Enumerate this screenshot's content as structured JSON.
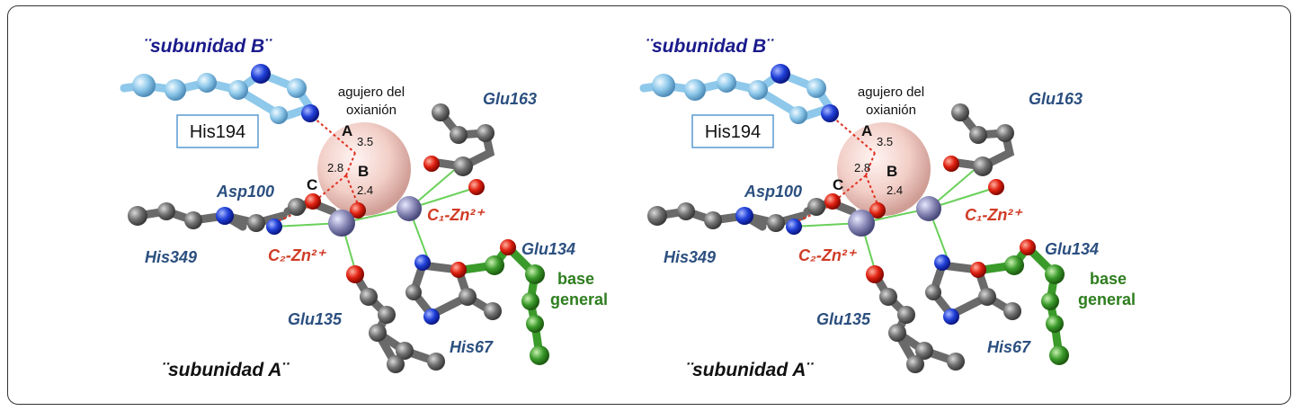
{
  "panels": [
    {
      "subunit_b": "¨subunidad B¨",
      "subunit_a": "¨subunidad A¨",
      "his194": "His194",
      "hole_line1": "agujero del",
      "hole_line2": "oxianión",
      "glu163": "Glu163",
      "asp100": "Asp100",
      "his349": "His349",
      "c1_zn": "C₁-Zn²⁺",
      "c2_zn": "C₂-Zn²⁺",
      "glu134": "Glu134",
      "base1": "base",
      "base2": "general",
      "glu135": "Glu135",
      "his67": "His67",
      "site_a": "A",
      "site_b": "B",
      "site_c": "C",
      "d_a": "3.5",
      "d_b": "2.4",
      "d_c": "2.8"
    },
    {
      "subunit_b": "¨subunidad B¨",
      "subunit_a": "¨subunidad A¨",
      "his194": "His194",
      "hole_line1": "agujero del",
      "hole_line2": "oxianión",
      "glu163": "Glu163",
      "asp100": "Asp100",
      "his349": "His349",
      "c1_zn": "C₁-Zn²⁺",
      "c2_zn": "C₂-Zn²⁺",
      "glu134": "Glu134",
      "base1": "base",
      "base2": "general",
      "glu135": "Glu135",
      "his67": "His67",
      "site_a": "A",
      "site_b": "B",
      "site_c": "C",
      "d_a": "3.5",
      "d_b": "2.4",
      "d_c": "2.8"
    }
  ],
  "colors": {
    "subunit_b": "#1a1a8c",
    "residue_label": "#2b4f7f",
    "zinc_label": "#d03a24",
    "base_label": "#2e7d1f",
    "carbon": "#6a6a6a",
    "nitrogen": "#1f3fd0",
    "oxygen": "#e02010",
    "light_blue": "#8ec8ea",
    "zinc": "#8a8ab8",
    "green": "#3a9a2a"
  }
}
